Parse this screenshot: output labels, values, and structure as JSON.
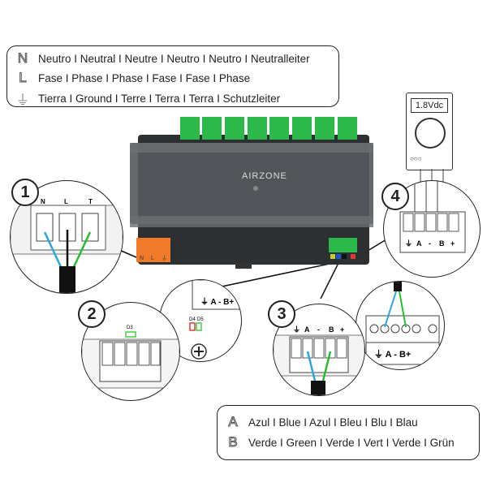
{
  "legend_top": {
    "rows": [
      {
        "symbol": "N",
        "icon": "neutral-icon",
        "text": "Neutro I Neutral I Neutre I  Neutro I Neutro I Neutralleiter"
      },
      {
        "symbol": "L",
        "icon": "phase-icon",
        "text": "Fase I Phase I Phase I Fase I Fase I Phase"
      },
      {
        "symbol": "⏚",
        "icon": "ground-icon",
        "text": "Tierra I Ground I Terre I Terra I Terra I Schutzleiter"
      }
    ]
  },
  "legend_bottom": {
    "rows": [
      {
        "symbol": "A",
        "icon": "letter-a-icon",
        "text": "Azul I Blue I Azul I Bleu I Blu I Blau"
      },
      {
        "symbol": "B",
        "icon": "letter-b-icon",
        "text": "Verde I Green I Verde I Vert I Verde I Grün"
      }
    ]
  },
  "device": {
    "brand": "AIRZONE",
    "power_terminal_labels": [
      "N",
      "L",
      "⏚"
    ]
  },
  "detail_1": {
    "number": "1",
    "terminal_labels": [
      "N",
      "L",
      "T"
    ]
  },
  "detail_2": {
    "number": "2",
    "led_d3": "D3",
    "led_d4": "D4",
    "led_d5": "D5",
    "bus_label": "⏚ A - B+"
  },
  "detail_3": {
    "number": "3",
    "terminal_labels": [
      "⏚",
      "A",
      "-",
      "B",
      "+"
    ],
    "bus_label": "⏚ A - B+"
  },
  "detail_4": {
    "number": "4",
    "terminal_labels": [
      "⏚",
      "A",
      "-",
      "B",
      "+"
    ]
  },
  "multimeter": {
    "reading": "1.8Vdc"
  },
  "colors": {
    "blue_wire": "#2aa7e0",
    "green_wire": "#22c02a",
    "terminal_green": "#2db84a",
    "terminal_orange": "#ef7a2a",
    "led_red": "#e53935",
    "led_green": "#43d043"
  }
}
